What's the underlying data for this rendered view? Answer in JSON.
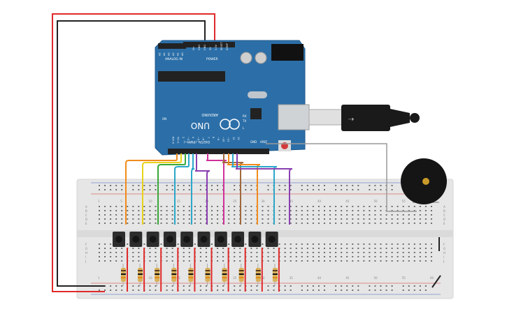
{
  "board": {
    "model": "UNO",
    "brand": "ARDUINO",
    "power_header": "POWER",
    "analog_header": "ANALOG IN",
    "digital_header": "DIGITAL (PWM~)",
    "on_label": "ON",
    "tx_label": "TX",
    "rx_label": "RX",
    "l_label": "L",
    "aref": "AREF",
    "gnd": "GND",
    "power_pins": [
      "IOREF",
      "RESET",
      "3.3V",
      "5V",
      "GND",
      "GND",
      "Vin"
    ],
    "analog_pins": [
      "A0",
      "A1",
      "A2",
      "A3",
      "A4",
      "A5"
    ],
    "digital_pins": [
      "13",
      "12",
      "~11",
      "~10",
      "~9",
      "8",
      "7",
      "~6",
      "~5",
      "4",
      "~3",
      "2",
      "TX→1",
      "RX←0"
    ]
  },
  "breadboard": {
    "col_numbers": [
      "1",
      "5",
      "10",
      "15",
      "20",
      "25",
      "30",
      "35",
      "40",
      "45",
      "50",
      "55",
      "60"
    ],
    "row_letters_top": [
      "A",
      "B",
      "C",
      "D",
      "E"
    ],
    "row_letters_bottom": [
      "F",
      "G",
      "H",
      "I",
      "J"
    ]
  },
  "colors": {
    "board": "#2c6fa8",
    "wire_red": "#e02a2a",
    "wire_black": "#222222",
    "wire_gray": "#9a9a9a",
    "breadboard": "#e8e8e8"
  },
  "wires": [
    {
      "color": "#f08c1c"
    },
    {
      "color": "#e8d21a"
    },
    {
      "color": "#3aa83a"
    },
    {
      "color": "#2aa7c9"
    },
    {
      "color": "#2aa7c9"
    },
    {
      "color": "#8a3fb0"
    },
    {
      "color": "#d0309a"
    },
    {
      "color": "#a0683a"
    },
    {
      "color": "#f08c1c"
    },
    {
      "color": "#2aa7c9"
    },
    {
      "color": "#8a3fb0"
    }
  ]
}
